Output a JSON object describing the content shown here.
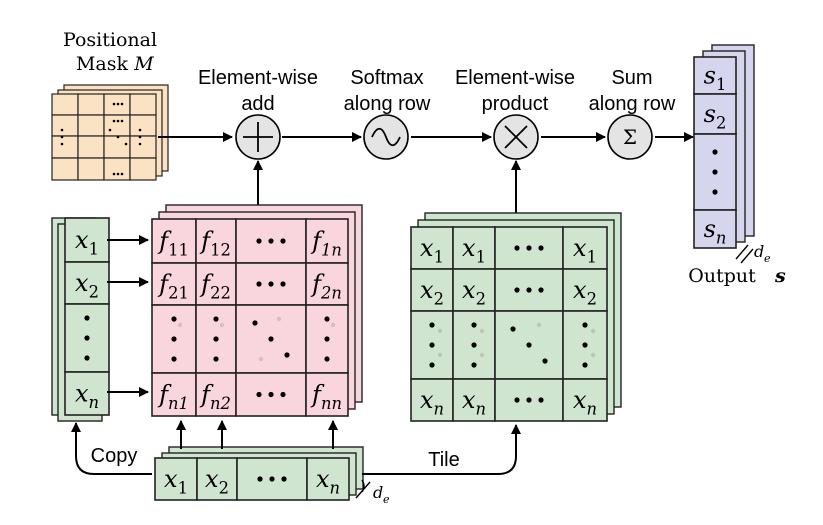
{
  "labels": {
    "mask_title_line1": "Positional",
    "mask_title_line2": "Mask",
    "mask_symbol": "M",
    "op_add_line1": "Element-wise",
    "op_add_line2": "add",
    "op_softmax_line1": "Softmax",
    "op_softmax_line2": "along row",
    "op_product_line1": "Element-wise",
    "op_product_line2": "product",
    "op_sum_line1": "Sum",
    "op_sum_line2": "along row",
    "output_title": "Output",
    "output_symbol": "s",
    "copy": "Copy",
    "tile": "Tile",
    "dim_label": "d",
    "dim_sub": "e"
  },
  "ops": {
    "add_symbol": "+",
    "softmax_symbol": "~",
    "product_symbol": "×",
    "sum_symbol": "Σ"
  },
  "colors": {
    "mask": "#fbe2c2",
    "x_green": "#cfe5cf",
    "f_pink": "#f9d5dd",
    "output_blue": "#d5d5ee",
    "op_gray": "#e4e4e4"
  },
  "input_x": [
    {
      "base": "x",
      "sub": "1"
    },
    {
      "base": "x",
      "sub": "2"
    },
    {
      "base": "",
      "sub": ""
    },
    {
      "base": "x",
      "sub": "n"
    }
  ],
  "f_matrix": [
    [
      {
        "base": "f",
        "sub": "11"
      },
      {
        "base": "f",
        "sub": "12"
      },
      {
        "base": "",
        "sub": ""
      },
      {
        "base": "f",
        "sub": "1n"
      }
    ],
    [
      {
        "base": "f",
        "sub": "21"
      },
      {
        "base": "f",
        "sub": "22"
      },
      {
        "base": "",
        "sub": ""
      },
      {
        "base": "f",
        "sub": "2n"
      }
    ],
    [
      {
        "base": "",
        "sub": ""
      },
      {
        "base": "",
        "sub": ""
      },
      {
        "base": "",
        "sub": ""
      },
      {
        "base": "",
        "sub": ""
      }
    ],
    [
      {
        "base": "f",
        "sub": "n1"
      },
      {
        "base": "f",
        "sub": "n2"
      },
      {
        "base": "",
        "sub": ""
      },
      {
        "base": "f",
        "sub": "nn"
      }
    ]
  ],
  "tiled_matrix": [
    [
      {
        "base": "x",
        "sub": "1"
      },
      {
        "base": "x",
        "sub": "1"
      },
      {
        "base": "",
        "sub": ""
      },
      {
        "base": "x",
        "sub": "1"
      }
    ],
    [
      {
        "base": "x",
        "sub": "2"
      },
      {
        "base": "x",
        "sub": "2"
      },
      {
        "base": "",
        "sub": ""
      },
      {
        "base": "x",
        "sub": "2"
      }
    ],
    [
      {
        "base": "",
        "sub": ""
      },
      {
        "base": "",
        "sub": ""
      },
      {
        "base": "",
        "sub": ""
      },
      {
        "base": "",
        "sub": ""
      }
    ],
    [
      {
        "base": "x",
        "sub": "n"
      },
      {
        "base": "x",
        "sub": "n"
      },
      {
        "base": "",
        "sub": ""
      },
      {
        "base": "x",
        "sub": "n"
      }
    ]
  ],
  "bottom_row": [
    {
      "base": "x",
      "sub": "1"
    },
    {
      "base": "x",
      "sub": "2"
    },
    {
      "base": "",
      "sub": ""
    },
    {
      "base": "x",
      "sub": "n"
    }
  ],
  "output_s": [
    {
      "base": "s",
      "sub": "1"
    },
    {
      "base": "s",
      "sub": "2"
    },
    {
      "base": "",
      "sub": ""
    },
    {
      "base": "s",
      "sub": "n"
    }
  ]
}
